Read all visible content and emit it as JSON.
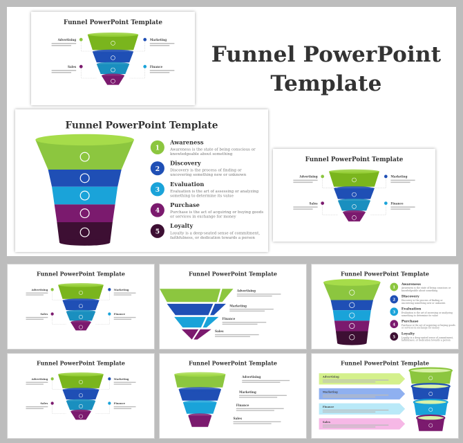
{
  "hero": {
    "line1": "Funnel PowerPoint",
    "line2": "Template"
  },
  "slide_title": "Funnel PowerPoint Template",
  "stages_five": [
    {
      "num": "1",
      "label": "Awareness",
      "desc1": "Awareness is the state of being conscious or",
      "desc2": "knowledgeable about something",
      "color": "#8cc63f"
    },
    {
      "num": "2",
      "label": "Discovery",
      "desc1": "Discovery is the process of finding or",
      "desc2": "uncovering something new or unknown",
      "color": "#1f4fb5"
    },
    {
      "num": "3",
      "label": "Evaluation",
      "desc1": "Evaluation is the art of assessing or analyzing",
      "desc2": "something to determine its value",
      "color": "#1aa3d9"
    },
    {
      "num": "4",
      "label": "Purchase",
      "desc1": "Purchase is the act of acquiring or buying goods",
      "desc2": "or services in exchange for money",
      "color": "#7b1a6e"
    },
    {
      "num": "5",
      "label": "Loyalty",
      "desc1": "Loyalty is a deep-seated sense of commitment,",
      "desc2": "faithfulness, or dedication towards a person",
      "color": "#3d0f33"
    }
  ],
  "stages_four": [
    {
      "label": "Advertising",
      "color": "#8cc63f"
    },
    {
      "label": "Marketing",
      "color": "#1f4fb5"
    },
    {
      "label": "Finance",
      "color": "#1aa3d9"
    },
    {
      "label": "Sales",
      "color": "#7b1a6e"
    }
  ],
  "colors": {
    "background": "#bdbdbd",
    "title": "#333333",
    "arrow_fills": [
      "#d4f08c",
      "#8fb0f0",
      "#b9e9f8",
      "#f6b8e6"
    ]
  },
  "icons": [
    "megaphone-icon",
    "search-icon",
    "chart-icon",
    "dollar-icon",
    "star-icon"
  ]
}
